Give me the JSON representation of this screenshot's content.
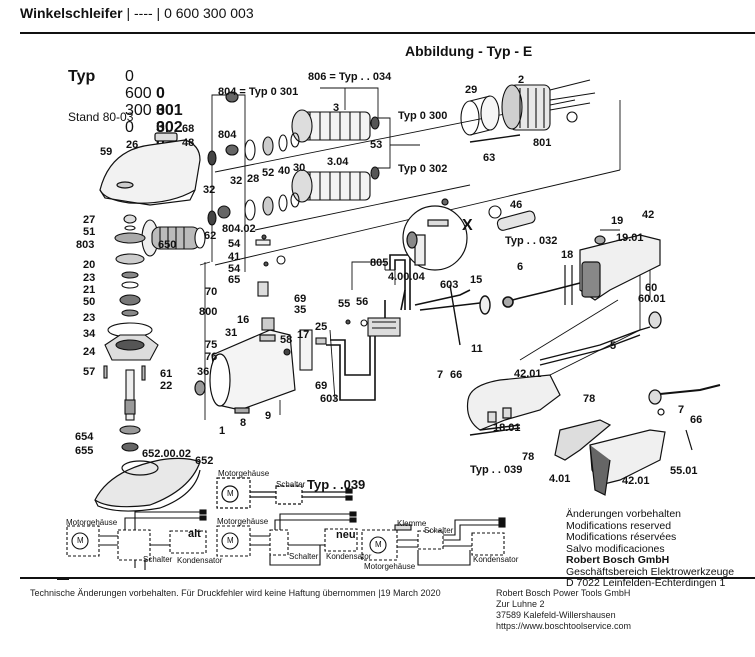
{
  "header": {
    "product_name": "Winkelschleifer",
    "separator1": " | ",
    "variant": "----",
    "separator2": " | ",
    "part_number": "0 600 300 003"
  },
  "figure": {
    "title": "Abbildung - Typ - E",
    "typ_prefix": "Typ",
    "typ_numbers": [
      "0 600 300 0",
      "0 301 0. .",
      "0 302 0. ."
    ],
    "stand": "Stand 80-03",
    "callouts": [
      "804 = Typ 0 301",
      "806 = Typ . . 034",
      "3",
      "3.04",
      "53",
      "Typ 0 300",
      "Typ 0 302",
      "2",
      "29",
      "801",
      "63",
      "68",
      "48",
      "26",
      "59",
      "804",
      "32",
      "32",
      "28",
      "52",
      "40",
      "30",
      "62",
      "804.02",
      "27",
      "51",
      "803",
      "650",
      "20",
      "23",
      "21",
      "50",
      "23",
      "34",
      "24",
      "57",
      "61",
      "22",
      "654",
      "655",
      "652.00.02",
      "652",
      "54",
      "41",
      "54",
      "65",
      "70",
      "800",
      "69",
      "35",
      "16",
      "31",
      "58",
      "75",
      "76",
      "36",
      "17",
      "25",
      "1",
      "8",
      "9",
      "69",
      "603",
      "805",
      "4.00.04",
      "55",
      "56",
      "603",
      "15",
      "6",
      "11",
      "7",
      "66",
      "X",
      "46",
      "Typ . . 032",
      "19",
      "19.01",
      "42",
      "18",
      "60",
      "60.01",
      "5",
      "42.01",
      "78",
      "7",
      "66",
      "18.01",
      "78",
      "4.01",
      "42.01",
      "55.01",
      "Typ . . 039"
    ],
    "wiring": {
      "diagram1_label": "Typ . .039",
      "motor_housing": "Motorgehäuse",
      "switch": "Schalter",
      "capacitor": "Kondensator",
      "clamp": "Klemme",
      "old": "alt",
      "new": "neu",
      "motor_symbol": "M"
    },
    "notes": {
      "line1": "Änderungen vorbehalten",
      "line2": "Modifications reserved",
      "line3": "Modifications réservées",
      "line4": "Salvo modificaciones",
      "company": "Robert Bosch GmbH",
      "division": "Geschäftsbereich Elektrowerkzeuge",
      "address": "D 7022 Leinfelden-Echterdingen 1"
    }
  },
  "footer": {
    "disclaimer": "Technische Änderungen vorbehalten. Für Druckfehler wird keine Haftung übernommen |19 March 2020",
    "company": "Robert Bosch Power Tools GmbH",
    "street": "Zur Luhne 2",
    "city": "37589 Kalefeld-Willershausen",
    "url": "https://www.boschtoolservice.com"
  }
}
